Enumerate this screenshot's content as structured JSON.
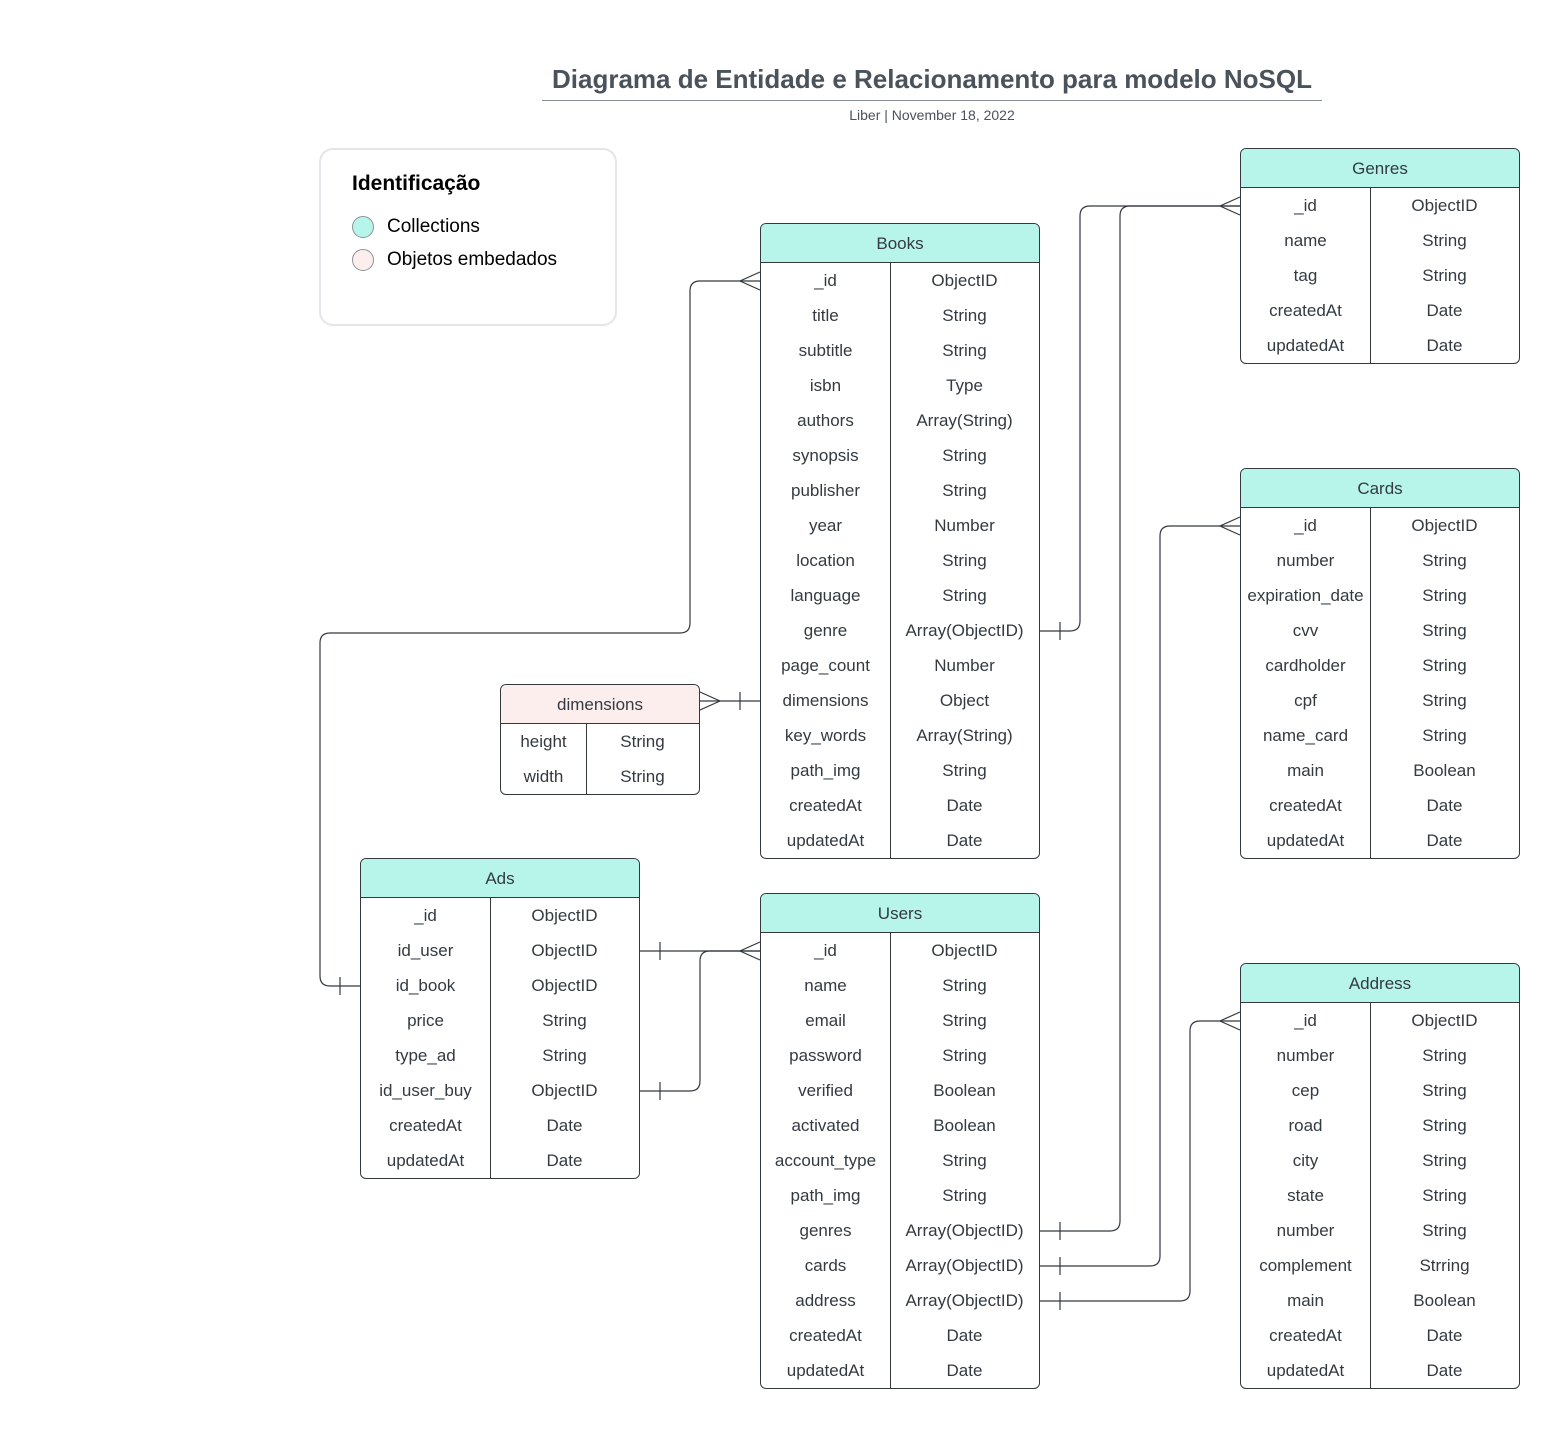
{
  "title": "Diagrama de Entidade e Relacionamento para modelo NoSQL",
  "subtitle": "Liber  |  November 18, 2022",
  "legend": {
    "title": "Identificação",
    "items": [
      {
        "label": "Collections",
        "color": "#b7f4ea"
      },
      {
        "label": "Objetos embedados",
        "color": "#fdeeee"
      }
    ]
  },
  "colors": {
    "collection": "#b7f4ea",
    "embedded": "#fdeeee",
    "line": "#33393f"
  },
  "entities": {
    "books": {
      "name": "Books",
      "kind": "collection",
      "fields": [
        [
          "_id",
          "ObjectID"
        ],
        [
          "title",
          "String"
        ],
        [
          "subtitle",
          "String"
        ],
        [
          "isbn",
          "Type"
        ],
        [
          "authors",
          "Array(String)"
        ],
        [
          "synopsis",
          "String"
        ],
        [
          "publisher",
          "String"
        ],
        [
          "year",
          "Number"
        ],
        [
          "location",
          "String"
        ],
        [
          "language",
          "String"
        ],
        [
          "genre",
          "Array(ObjectID)"
        ],
        [
          "page_count",
          "Number"
        ],
        [
          "dimensions",
          "Object"
        ],
        [
          "key_words",
          "Array(String)"
        ],
        [
          "path_img",
          "String"
        ],
        [
          "createdAt",
          "Date"
        ],
        [
          "updatedAt",
          "Date"
        ]
      ]
    },
    "genres": {
      "name": "Genres",
      "kind": "collection",
      "fields": [
        [
          "_id",
          "ObjectID"
        ],
        [
          "name",
          "String"
        ],
        [
          "tag",
          "String"
        ],
        [
          "createdAt",
          "Date"
        ],
        [
          "updatedAt",
          "Date"
        ]
      ]
    },
    "cards": {
      "name": "Cards",
      "kind": "collection",
      "fields": [
        [
          "_id",
          "ObjectID"
        ],
        [
          "number",
          "String"
        ],
        [
          "expiration_date",
          "String"
        ],
        [
          "cvv",
          "String"
        ],
        [
          "cardholder",
          "String"
        ],
        [
          "cpf",
          "String"
        ],
        [
          "name_card",
          "String"
        ],
        [
          "main",
          "Boolean"
        ],
        [
          "createdAt",
          "Date"
        ],
        [
          "updatedAt",
          "Date"
        ]
      ]
    },
    "dimensions": {
      "name": "dimensions",
      "kind": "embedded",
      "fields": [
        [
          "height",
          "String"
        ],
        [
          "width",
          "String"
        ]
      ]
    },
    "ads": {
      "name": "Ads",
      "kind": "collection",
      "fields": [
        [
          "_id",
          "ObjectID"
        ],
        [
          "id_user",
          "ObjectID"
        ],
        [
          "id_book",
          "ObjectID"
        ],
        [
          "price",
          "String"
        ],
        [
          "type_ad",
          "String"
        ],
        [
          "id_user_buy",
          "ObjectID"
        ],
        [
          "createdAt",
          "Date"
        ],
        [
          "updatedAt",
          "Date"
        ]
      ]
    },
    "users": {
      "name": "Users",
      "kind": "collection",
      "fields": [
        [
          "_id",
          "ObjectID"
        ],
        [
          "name",
          "String"
        ],
        [
          "email",
          "String"
        ],
        [
          "password",
          "String"
        ],
        [
          "verified",
          "Boolean"
        ],
        [
          "activated",
          "Boolean"
        ],
        [
          "account_type",
          "String"
        ],
        [
          "path_img",
          "String"
        ],
        [
          "genres",
          "Array(ObjectID)"
        ],
        [
          "cards",
          "Array(ObjectID)"
        ],
        [
          "address",
          "Array(ObjectID)"
        ],
        [
          "createdAt",
          "Date"
        ],
        [
          "updatedAt",
          "Date"
        ]
      ]
    },
    "address": {
      "name": "Address",
      "kind": "collection",
      "fields": [
        [
          "_id",
          "ObjectID"
        ],
        [
          "number",
          "String"
        ],
        [
          "cep",
          "String"
        ],
        [
          "road",
          "String"
        ],
        [
          "city",
          "String"
        ],
        [
          "state",
          "String"
        ],
        [
          "number",
          "String"
        ],
        [
          "complement",
          "Strring"
        ],
        [
          "main",
          "Boolean"
        ],
        [
          "createdAt",
          "Date"
        ],
        [
          "updatedAt",
          "Date"
        ]
      ]
    }
  }
}
